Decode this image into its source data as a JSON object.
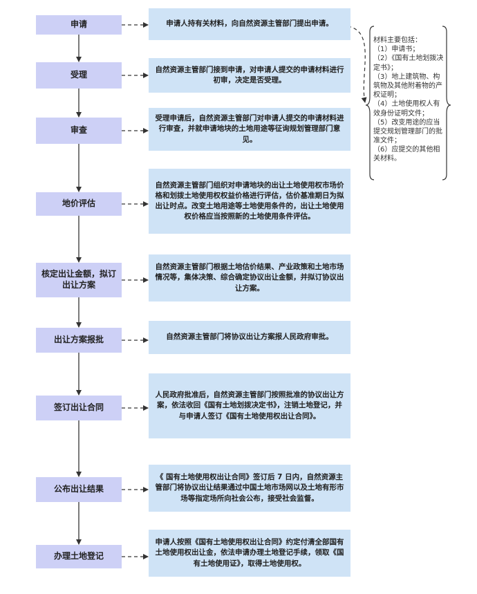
{
  "steps": [
    {
      "label": "申请",
      "desc": "申请人持有关材料，向自然资源主管部门提出申请。"
    },
    {
      "label": "受理",
      "desc": "自然资源主管部门接到申请，对申请人提交的申请材料进行初审，决定是否受理。"
    },
    {
      "label": "审查",
      "desc": "受理申请后，自然资源主管部门对申请人提交的申请材料进行审查，并就申请地块的土地用途等征询规划管理部门意见。"
    },
    {
      "label": "地价评估",
      "desc": "自然资源主管部门组织对申请地块的出让土地使用权市场价格和划拨土地使用权权益价格进行评估，估价基准期日为拟出让时点。改变土地用途等土地使用条件的，出让土地使用权价格应当按照新的土地使用条件评估。"
    },
    {
      "label": "核定出让金额，拟订出让方案",
      "desc": "自然资源主管部门根据土地估价结果、产业政策和土地市场情况等，集体决策、综合确定协议出让金额，并拟订协议出让方案。"
    },
    {
      "label": "出让方案报批",
      "desc": "自然资源主管部门将协议出让方案报人民政府审批。"
    },
    {
      "label": "签订出让合同",
      "desc": "人民政府批准后，自然资源主管部门按照批准的协议出让方案，依法收回《国有土地划拨决定书》，注销土地登记，并与申请人签订《国有土地使用权出让合同》。"
    },
    {
      "label": "公布出让结果",
      "desc": "《 国有土地使用权出让合同》签订后 7 日内，自然资源主管部门将协议出让结果通过中国土地市场网以及土地有形市场等指定场所向社会公布，接受社会监督。"
    },
    {
      "label": "办理土地登记",
      "desc": "申请人按照《国有土地使用权出让合同》约定付清全部国有土地使用权出让金，依法申请办理土地登记手续，领取《国有土地使用证》，取得土地使用权。"
    }
  ],
  "materials": {
    "title": "材料主要包括：",
    "items": [
      "（1）申请书；",
      "（2）《国有土地划拨决定书》；",
      "（3）地上建筑物、构筑物及其他附着物的产权证明；",
      "（4）土地使用权人有效身份证明文件；",
      "（5）改变用途的应当提交规划管理部门的批准文件；",
      "（6）应提交的其他相关材料。"
    ]
  }
}
